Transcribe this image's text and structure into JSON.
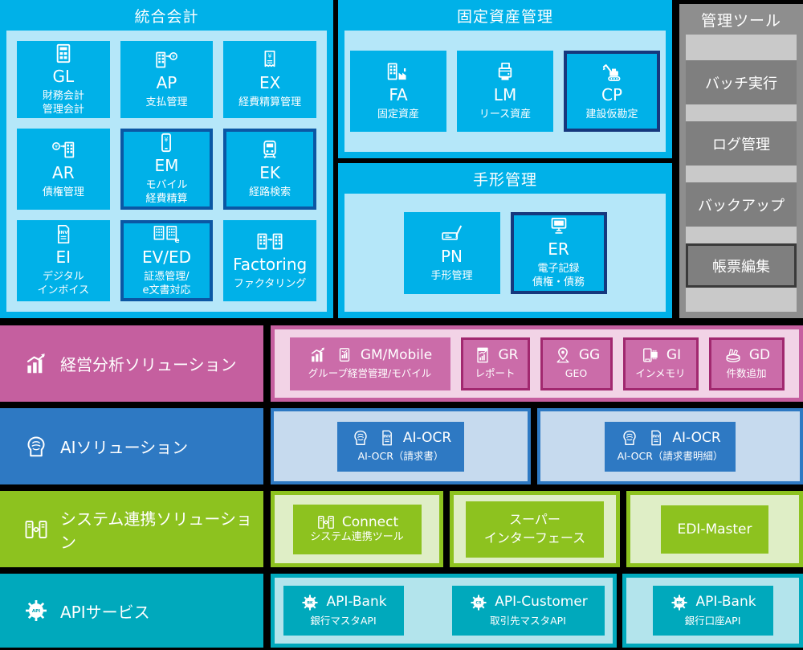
{
  "palette": {
    "background": "#000000",
    "text": "#ffffff",
    "cyan": "#00b1e8",
    "cyan_light": "#b5e7f9",
    "navy_border": "#0b57a4",
    "navy_border_dark": "#16387d",
    "gray_header": "#8e8e8e",
    "gray_panel": "#c9c9c9",
    "gray_button": "#7f7f7f",
    "gray_button_border": "#3a3a3a",
    "pink": "#c55f9f",
    "pink_light": "#f2d3e6",
    "pink_tile": "#cb6ca9",
    "pink_border": "#a1286f",
    "blue": "#2e79c3",
    "blue_light": "#c6daee",
    "green": "#8dc21f",
    "green_light": "#dfeec6",
    "teal": "#00a9bc",
    "teal_light": "#b3e4ec"
  },
  "integrated": {
    "title": "統合会計",
    "tiles": [
      {
        "icon": "calculator-icon",
        "code": "GL",
        "subtitle": "財務会計\n管理会計",
        "bordered": false
      },
      {
        "icon": "building-payment-icon",
        "code": "AP",
        "subtitle": "支払管理",
        "bordered": false
      },
      {
        "icon": "receipt-yen-icon",
        "code": "EX",
        "subtitle": "経費精算管理",
        "bordered": false
      },
      {
        "icon": "coin-building-icon",
        "code": "AR",
        "subtitle": "債権管理",
        "bordered": false
      },
      {
        "icon": "mobile-yen-icon",
        "code": "EM",
        "subtitle": "モバイル\n経費精算",
        "bordered": true
      },
      {
        "icon": "train-icon",
        "code": "EK",
        "subtitle": "経路検索",
        "bordered": true
      },
      {
        "icon": "invoice-doc-icon",
        "code": "EI",
        "subtitle": "デジタル\nインボイス",
        "bordered": false
      },
      {
        "icon": "evidence-docs-icon",
        "code": "EV/ED",
        "subtitle": "証憑管理/\ne文書対応",
        "bordered": true
      },
      {
        "icon": "buildings-transfer-icon",
        "code": "Factoring",
        "subtitle": "ファクタリング",
        "bordered": false
      }
    ]
  },
  "fixed_assets": {
    "title": "固定資産管理",
    "tiles": [
      {
        "icon": "building-factory-icon",
        "code": "FA",
        "subtitle": "固定資産",
        "bordered": false
      },
      {
        "icon": "copier-icon",
        "code": "LM",
        "subtitle": "リース資産",
        "bordered": false
      },
      {
        "icon": "excavator-icon",
        "code": "CP",
        "subtitle": "建設仮勘定",
        "bordered": true
      }
    ]
  },
  "bill_management": {
    "title": "手形管理",
    "tiles": [
      {
        "icon": "promissory-note-icon",
        "code": "PN",
        "subtitle": "手形管理",
        "bordered": false
      },
      {
        "icon": "monitor-note-icon",
        "code": "ER",
        "subtitle": "電子記録\n債権・債務",
        "bordered": true
      }
    ]
  },
  "admin_tools": {
    "title": "管理ツール",
    "buttons": [
      {
        "label": "バッチ実行",
        "bordered": false
      },
      {
        "label": "ログ管理",
        "bordered": false
      },
      {
        "label": "バックアップ",
        "bordered": false
      },
      {
        "label": "帳票編集",
        "bordered": true
      }
    ]
  },
  "analytics": {
    "title": "経営分析ソリューション",
    "header_icon": "growth-chart-icon",
    "tiles": [
      {
        "icon": "growth-chart-icon",
        "icon2": "tablet-chart-icon",
        "code": "GM/Mobile",
        "subtitle": "グループ経営管理/モバイル",
        "bordered": false
      },
      {
        "icon": "report-doc-icon",
        "code": "GR",
        "subtitle": "レポート",
        "bordered": true
      },
      {
        "icon": "map-pin-icon",
        "code": "GG",
        "subtitle": "GEO",
        "bordered": true
      },
      {
        "icon": "memory-chip-icon",
        "code": "GI",
        "subtitle": "インメモリ",
        "bordered": true
      },
      {
        "icon": "db-stack-icon",
        "code": "GD",
        "subtitle": "件数追加",
        "bordered": true
      }
    ]
  },
  "ai": {
    "title": "AIソリューション",
    "header_icon": "brain-icon",
    "tiles": [
      {
        "icon": "brain-icon",
        "icon2": "invoice-doc-icon",
        "code": "AI-OCR",
        "subtitle": "AI-OCR（請求書）"
      },
      {
        "icon": "brain-icon",
        "icon2": "invoice-doc-icon",
        "code": "AI-OCR",
        "subtitle": "AI-OCR（請求書明細）"
      }
    ]
  },
  "integration": {
    "title": "システム連携ソリューション",
    "header_icon": "servers-link-icon",
    "tiles": [
      {
        "icon": "servers-link-icon",
        "code": "Connect",
        "subtitle": "システム連携ツール"
      },
      {
        "label": "スーパー\nインターフェース"
      },
      {
        "label": "EDI-Master"
      }
    ]
  },
  "api": {
    "title": "APIサービス",
    "header_icon": "gear-api-icon",
    "tiles": [
      {
        "icon": "gear-bk-icon",
        "code": "API-Bank",
        "subtitle": "銀行マスタAPI"
      },
      {
        "icon": "gear-cs-icon",
        "code": "API-Customer",
        "subtitle": "取引先マスタAPI"
      },
      {
        "icon": "gear-bk-icon",
        "code": "API-Bank",
        "subtitle": "銀行口座API"
      }
    ]
  }
}
